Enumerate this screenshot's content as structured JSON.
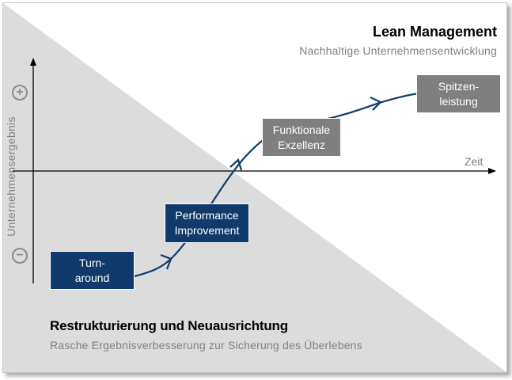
{
  "lean": {
    "title": "Lean Management",
    "subtitle": "Nachhaltige Unternehmensentwicklung"
  },
  "restructuring": {
    "title": "Restrukturierung und Neuausrichtung",
    "subtitle": "Rasche Ergebnisverbesserung zur Sicherung des Überlebens"
  },
  "axes": {
    "y_label": "Unternehmensergebnis",
    "x_label": "Zeit",
    "plus_symbol": "+",
    "minus_symbol": "−"
  },
  "stages": [
    {
      "line1": "Turn-",
      "line2": "around"
    },
    {
      "line1": "Performance",
      "line2": "Improvement"
    },
    {
      "line1": "Funktionale",
      "line2": "Exzellenz"
    },
    {
      "line1": "Spitzen-",
      "line2": "leistung"
    }
  ],
  "colors": {
    "dark_box": "#103a6b",
    "grey_box": "#7f7f7f",
    "triangle": "#dcdcdc",
    "axis": "#000000",
    "curve": "#103a6b"
  }
}
